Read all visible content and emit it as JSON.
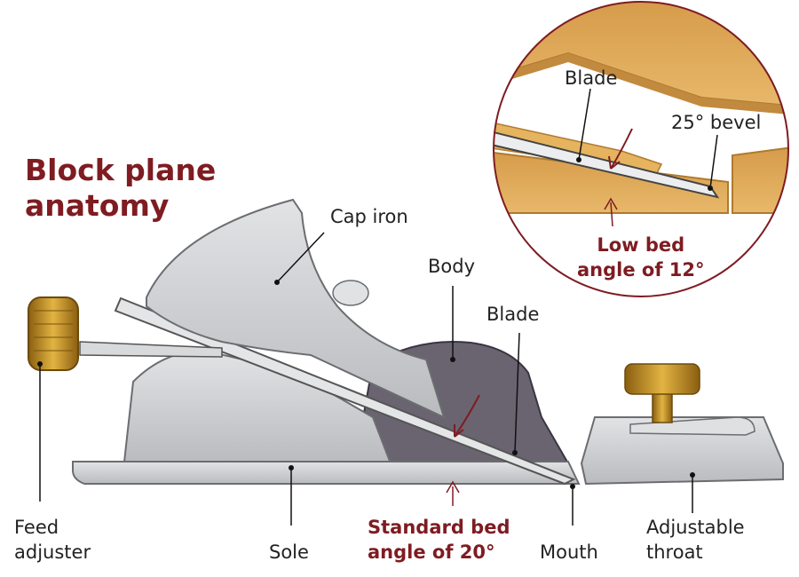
{
  "title_line1": "Block plane",
  "title_line2": "anatomy",
  "labels": {
    "cap_iron": "Cap iron",
    "body": "Body",
    "blade": "Blade",
    "feed_line1": "Feed",
    "feed_line2": "adjuster",
    "sole": "Sole",
    "standard_line1": "Standard bed",
    "standard_line2": "angle of 20°",
    "mouth": "Mouth",
    "throat_line1": "Adjustable",
    "throat_line2": "throat"
  },
  "inset": {
    "blade": "Blade",
    "bevel": "25° bevel",
    "low_line1": "Low bed",
    "low_line2": "angle of 12°"
  },
  "colors": {
    "accent_red": "#7e1c22",
    "metal": "#c9cbce",
    "body_dark": "#6a6470",
    "brass": "#c9951c",
    "wood": "#d9a85a"
  }
}
